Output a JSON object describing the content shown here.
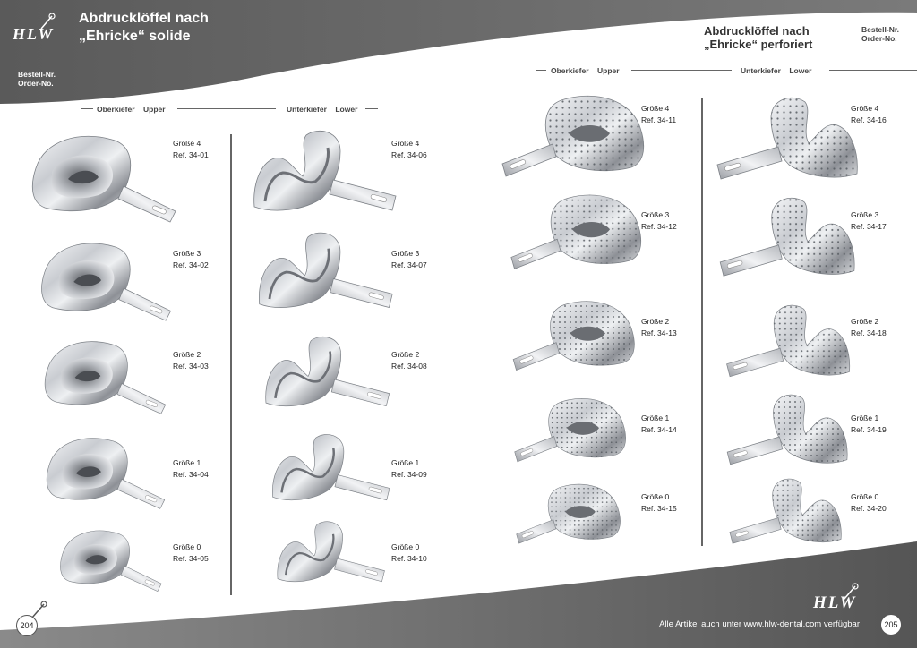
{
  "header": {
    "logo_text": "HLW",
    "left_title_line1": "Abdrucklöffel nach",
    "left_title_line2": "„Ehricke“ solide",
    "left_order_line1": "Bestell-Nr.",
    "left_order_line2": "Order-No.",
    "right_title_line1": "Abdrucklöffel nach",
    "right_title_line2": "„Ehricke“ perforiert",
    "right_order_line1": "Bestell-Nr.",
    "right_order_line2": "Order-No."
  },
  "sections": {
    "left_upper": {
      "de": "Oberkiefer",
      "en": "Upper"
    },
    "left_lower": {
      "de": "Unterkiefer",
      "en": "Lower"
    },
    "right_upper": {
      "de": "Oberkiefer",
      "en": "Upper"
    },
    "right_lower": {
      "de": "Unterkiefer",
      "en": "Lower"
    }
  },
  "columns": [
    {
      "id": "solid-upper",
      "items": [
        {
          "size": "Größe 4",
          "ref": "Ref. 34-01"
        },
        {
          "size": "Größe 3",
          "ref": "Ref. 34-02"
        },
        {
          "size": "Größe 2",
          "ref": "Ref. 34-03"
        },
        {
          "size": "Größe 1",
          "ref": "Ref. 34-04"
        },
        {
          "size": "Größe 0",
          "ref": "Ref. 34-05"
        }
      ]
    },
    {
      "id": "solid-lower",
      "items": [
        {
          "size": "Größe 4",
          "ref": "Ref. 34-06"
        },
        {
          "size": "Größe 3",
          "ref": "Ref. 34-07"
        },
        {
          "size": "Größe 2",
          "ref": "Ref. 34-08"
        },
        {
          "size": "Größe 1",
          "ref": "Ref. 34-09"
        },
        {
          "size": "Größe 0",
          "ref": "Ref. 34-10"
        }
      ]
    },
    {
      "id": "perforated-upper",
      "items": [
        {
          "size": "Größe 4",
          "ref": "Ref. 34-11"
        },
        {
          "size": "Größe 3",
          "ref": "Ref. 34-12"
        },
        {
          "size": "Größe 2",
          "ref": "Ref. 34-13"
        },
        {
          "size": "Größe 1",
          "ref": "Ref. 34-14"
        },
        {
          "size": "Größe 0",
          "ref": "Ref. 34-15"
        }
      ]
    },
    {
      "id": "perforated-lower",
      "items": [
        {
          "size": "Größe 4",
          "ref": "Ref. 34-16"
        },
        {
          "size": "Größe 3",
          "ref": "Ref. 34-17"
        },
        {
          "size": "Größe 2",
          "ref": "Ref. 34-18"
        },
        {
          "size": "Größe 1",
          "ref": "Ref. 34-19"
        },
        {
          "size": "Größe 0",
          "ref": "Ref. 34-20"
        }
      ]
    }
  ],
  "footer": {
    "page_left": "204",
    "page_right": "205",
    "text": "Alle Artikel auch unter www.hlw-dental.com verfügbar",
    "logo_text": "HLW"
  },
  "colors": {
    "band": "#6b6b6b",
    "band_dark": "#4a4a4a",
    "metal_light": "#f4f5f7",
    "metal_dark": "#7a7d82"
  }
}
